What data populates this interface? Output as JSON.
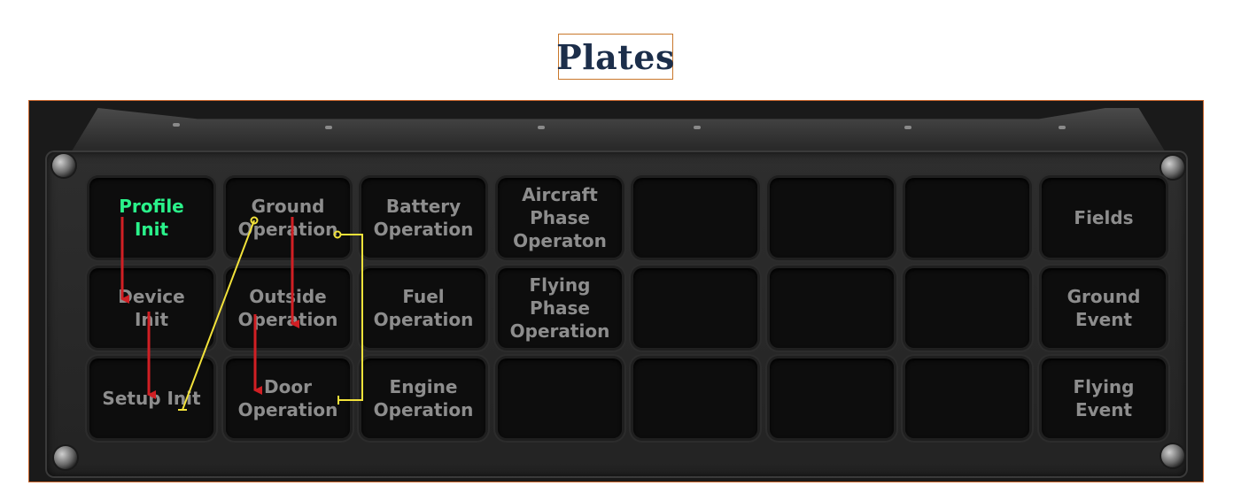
{
  "title": "Plates",
  "keys": [
    {
      "label": "Profile\nInit",
      "active": true
    },
    {
      "label": "Ground\nOperation"
    },
    {
      "label": "Battery\nOperation"
    },
    {
      "label": "Aircraft\nPhase\nOperaton"
    },
    {
      "label": ""
    },
    {
      "label": ""
    },
    {
      "label": ""
    },
    {
      "label": "Fields"
    },
    {
      "label": "Device\nInit"
    },
    {
      "label": "Outside\nOperation"
    },
    {
      "label": "Fuel\nOperation"
    },
    {
      "label": "Flying\nPhase\nOperation"
    },
    {
      "label": ""
    },
    {
      "label": ""
    },
    {
      "label": ""
    },
    {
      "label": "Ground\nEvent"
    },
    {
      "label": "Setup Init"
    },
    {
      "label": "Door\nOperation"
    },
    {
      "label": "Engine\nOperation"
    },
    {
      "label": ""
    },
    {
      "label": ""
    },
    {
      "label": ""
    },
    {
      "label": ""
    },
    {
      "label": "Flying\nEvent"
    }
  ],
  "colors": {
    "active_label": "#2af28a",
    "inactive_label": "#8d8d8d",
    "arrow": "#d11f24",
    "connector": "#f2e23a",
    "title": "#1c2e4a",
    "frame_border": "#c9652b"
  }
}
